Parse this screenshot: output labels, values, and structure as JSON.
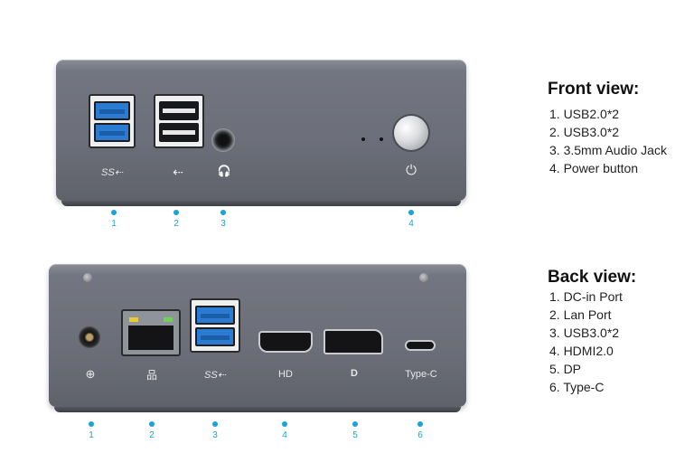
{
  "front": {
    "heading": "Front view:",
    "items": [
      "1. USB2.0*2",
      "2. USB3.0*2",
      "3. 3.5mm Audio Jack",
      "4. Power button"
    ],
    "callouts": [
      "1",
      "2",
      "3",
      "4"
    ]
  },
  "back": {
    "heading": "Back view:",
    "items": [
      "1. DC-in Port",
      "2. Lan Port",
      "3. USB3.0*2",
      "4. HDMI2.0",
      "5. DP",
      "6. Type-C"
    ],
    "callouts": [
      "1",
      "2",
      "3",
      "4",
      "5",
      "6"
    ],
    "port_labels": {
      "hdmi": "HD",
      "typec": "Type-C"
    }
  },
  "icons": {
    "ss_usb": "SS⇠",
    "usb": "⇠",
    "headphones": "🎧",
    "power": "⏻",
    "dc_in": "⊕",
    "network": "品",
    "dp": "D"
  },
  "colors": {
    "accent": "#1aa2d9",
    "usb3_blue": "#2a7bd1",
    "chassis": "#6b6e78"
  }
}
